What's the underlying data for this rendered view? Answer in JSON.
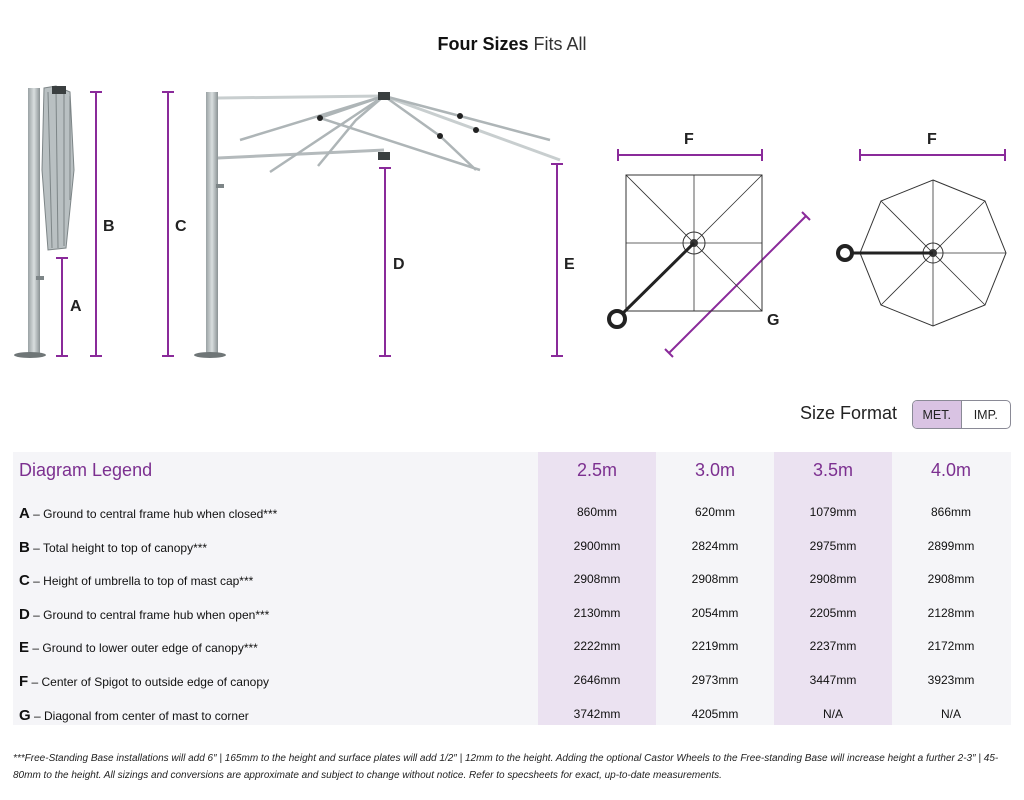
{
  "title": {
    "bold": "Four Sizes",
    "light": "Fits All"
  },
  "diagram_labels": {
    "A": "A",
    "B": "B",
    "C": "C",
    "D": "D",
    "E": "E",
    "F": "F",
    "G": "G"
  },
  "accent_color": "#8a2a9a",
  "size_format": {
    "label": "Size Format",
    "options": [
      "MET.",
      "IMP."
    ],
    "selected": "MET."
  },
  "table": {
    "legend_title": "Diagram Legend",
    "sizes": [
      "2.5m",
      "3.0m",
      "3.5m",
      "4.0m"
    ],
    "rows": [
      {
        "letter": "A",
        "text": " – Ground to central frame hub when closed***",
        "values": [
          "860mm",
          "620mm",
          "1079mm",
          "866mm"
        ]
      },
      {
        "letter": "B",
        "text": " – Total height to top of canopy***",
        "values": [
          "2900mm",
          "2824mm",
          "2975mm",
          "2899mm"
        ]
      },
      {
        "letter": "C",
        "text": " – Height of umbrella to top of mast cap***",
        "values": [
          "2908mm",
          "2908mm",
          "2908mm",
          "2908mm"
        ]
      },
      {
        "letter": "D",
        "text": " – Ground to central frame hub when open***",
        "values": [
          "2130mm",
          "2054mm",
          "2205mm",
          "2128mm"
        ]
      },
      {
        "letter": "E",
        "text": " – Ground to lower outer edge of canopy***",
        "values": [
          "2222mm",
          "2219mm",
          "2237mm",
          "2172mm"
        ]
      },
      {
        "letter": "F",
        "text": " – Center of Spigot to outside edge of canopy",
        "values": [
          "2646mm",
          "2973mm",
          "3447mm",
          "3923mm"
        ]
      },
      {
        "letter": "G",
        "text": " – Diagonal from center of mast to corner",
        "values": [
          "3742mm",
          "4205mm",
          "N/A",
          "N/A"
        ]
      }
    ]
  },
  "footnote": "***Free-Standing Base installations will add 6″ | 165mm to the height and surface plates will add 1/2″ | 12mm to the height. Adding the optional Castor Wheels to the Free-standing Base will increase height a further 2-3″ | 45-80mm to the height. All sizings and conversions are approximate and subject to change without notice. Refer to specsheets for exact, up-to-date measurements."
}
